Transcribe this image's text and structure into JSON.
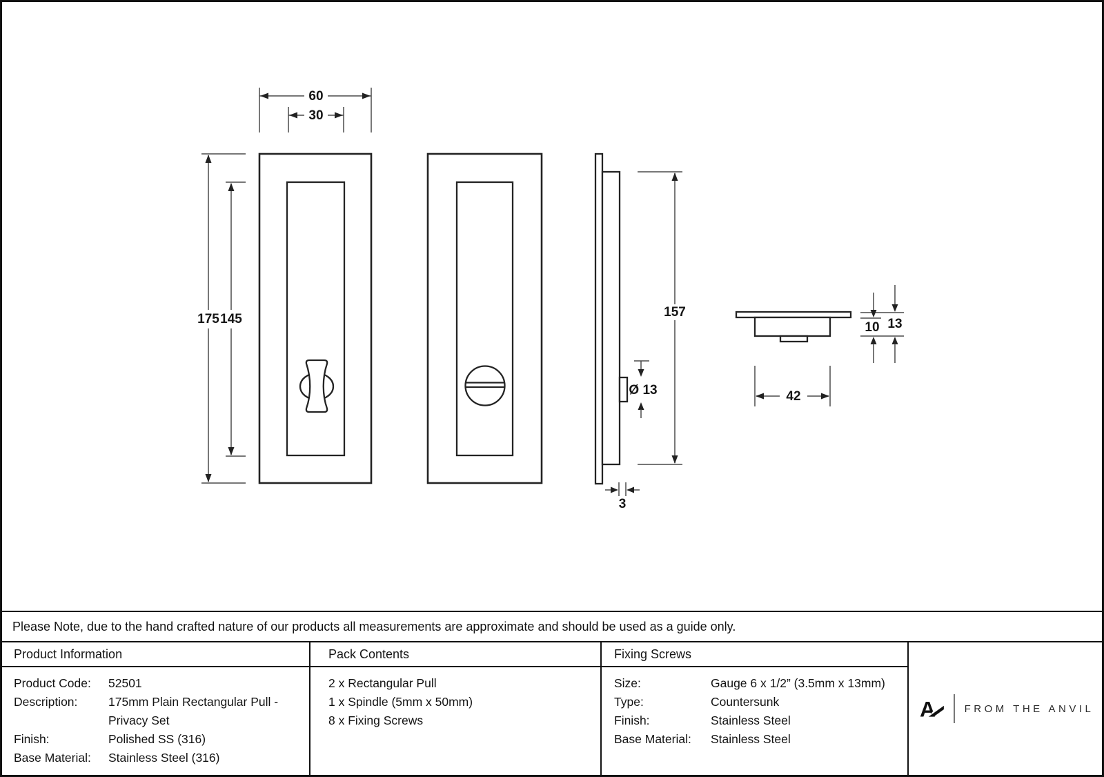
{
  "note": "Please Note, due to the hand crafted nature of our products all measurements are approximate and should be used as a guide only.",
  "drawing": {
    "dimensions": {
      "overall_width": "60",
      "recess_width": "30",
      "overall_height": "175",
      "recess_height": "145",
      "back_body_height": "157",
      "spindle_boss_diameter": "Ø 13",
      "boss_projection": "3",
      "back_body_width": "42",
      "body_depth": "10",
      "overall_depth": "13"
    }
  },
  "table": {
    "product_information": {
      "title": "Product Information",
      "rows": [
        {
          "label": "Product Code:",
          "value": "52501"
        },
        {
          "label": "Description:",
          "value": "175mm Plain Rectangular Pull -"
        },
        {
          "label": "",
          "value": "Privacy Set"
        },
        {
          "label": "Finish:",
          "value": "Polished SS (316)"
        },
        {
          "label": "Base Material:",
          "value": "Stainless Steel (316)"
        }
      ]
    },
    "pack_contents": {
      "title": "Pack Contents",
      "items": [
        "2 x Rectangular Pull",
        "1 x Spindle (5mm x 50mm)",
        "8 x Fixing Screws"
      ]
    },
    "fixing_screws": {
      "title": "Fixing Screws",
      "rows": [
        {
          "label": "Size:",
          "value": "Gauge 6 x 1/2” (3.5mm x 13mm)"
        },
        {
          "label": "Type:",
          "value": "Countersunk"
        },
        {
          "label": "Finish:",
          "value": "Stainless Steel"
        },
        {
          "label": "Base Material:",
          "value": "Stainless Steel"
        }
      ]
    }
  },
  "brand": {
    "logo_letter": "A",
    "name": "FROM THE ANVIL"
  }
}
